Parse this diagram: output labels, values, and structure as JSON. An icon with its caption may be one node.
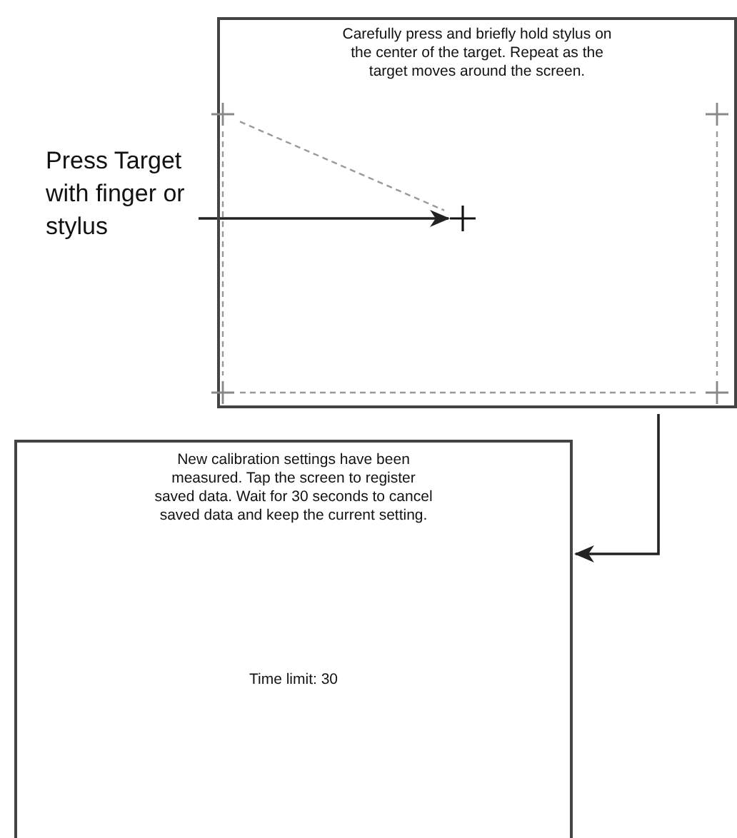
{
  "diagram": {
    "nodes": [
      {
        "text": [
          "Carefully press and briefly hold stylus on the center of the target. Repeat as the target moves around the screen."
        ]
      },
      {
        "text": [],
        "shape": "cross",
        "in": 0
      },
      {
        "text": [],
        "shape": "cross",
        "in": 0
      },
      {
        "text": [
          "Press Target with finger or stylus"
        ]
      },
      {
        "text": [],
        "shape": "cross",
        "in": 0
      },
      {
        "text": [],
        "shape": "cross",
        "in": 0
      },
      {
        "text": [],
        "shape": "cross",
        "in": 0
      },
      {
        "text": [
          "New calibration settings have been measured. Tap the screen to register saved data. Wait for 30 seconds to cancel saved data and keep the current setting.",
          "Time limit: 30"
        ]
      }
    ],
    "edges": [
      {
        "from": 3,
        "to": 4,
        "arrow": "to",
        "color": "#222222"
      },
      {
        "from": 1,
        "to": 4,
        "arrow": "none",
        "style": "dashed",
        "color": "#999999"
      },
      {
        "from": 1,
        "to": 5,
        "arrow": "none",
        "style": "dashed",
        "color": "#999999"
      },
      {
        "from": 5,
        "to": 6,
        "arrow": "none",
        "style": "dashed",
        "color": "#999999"
      },
      {
        "from": 2,
        "to": 6,
        "arrow": "none",
        "style": "dashed",
        "color": "#999999"
      },
      {
        "from": 0,
        "to": 7,
        "arrow": "to",
        "color": "#222222"
      }
    ]
  }
}
